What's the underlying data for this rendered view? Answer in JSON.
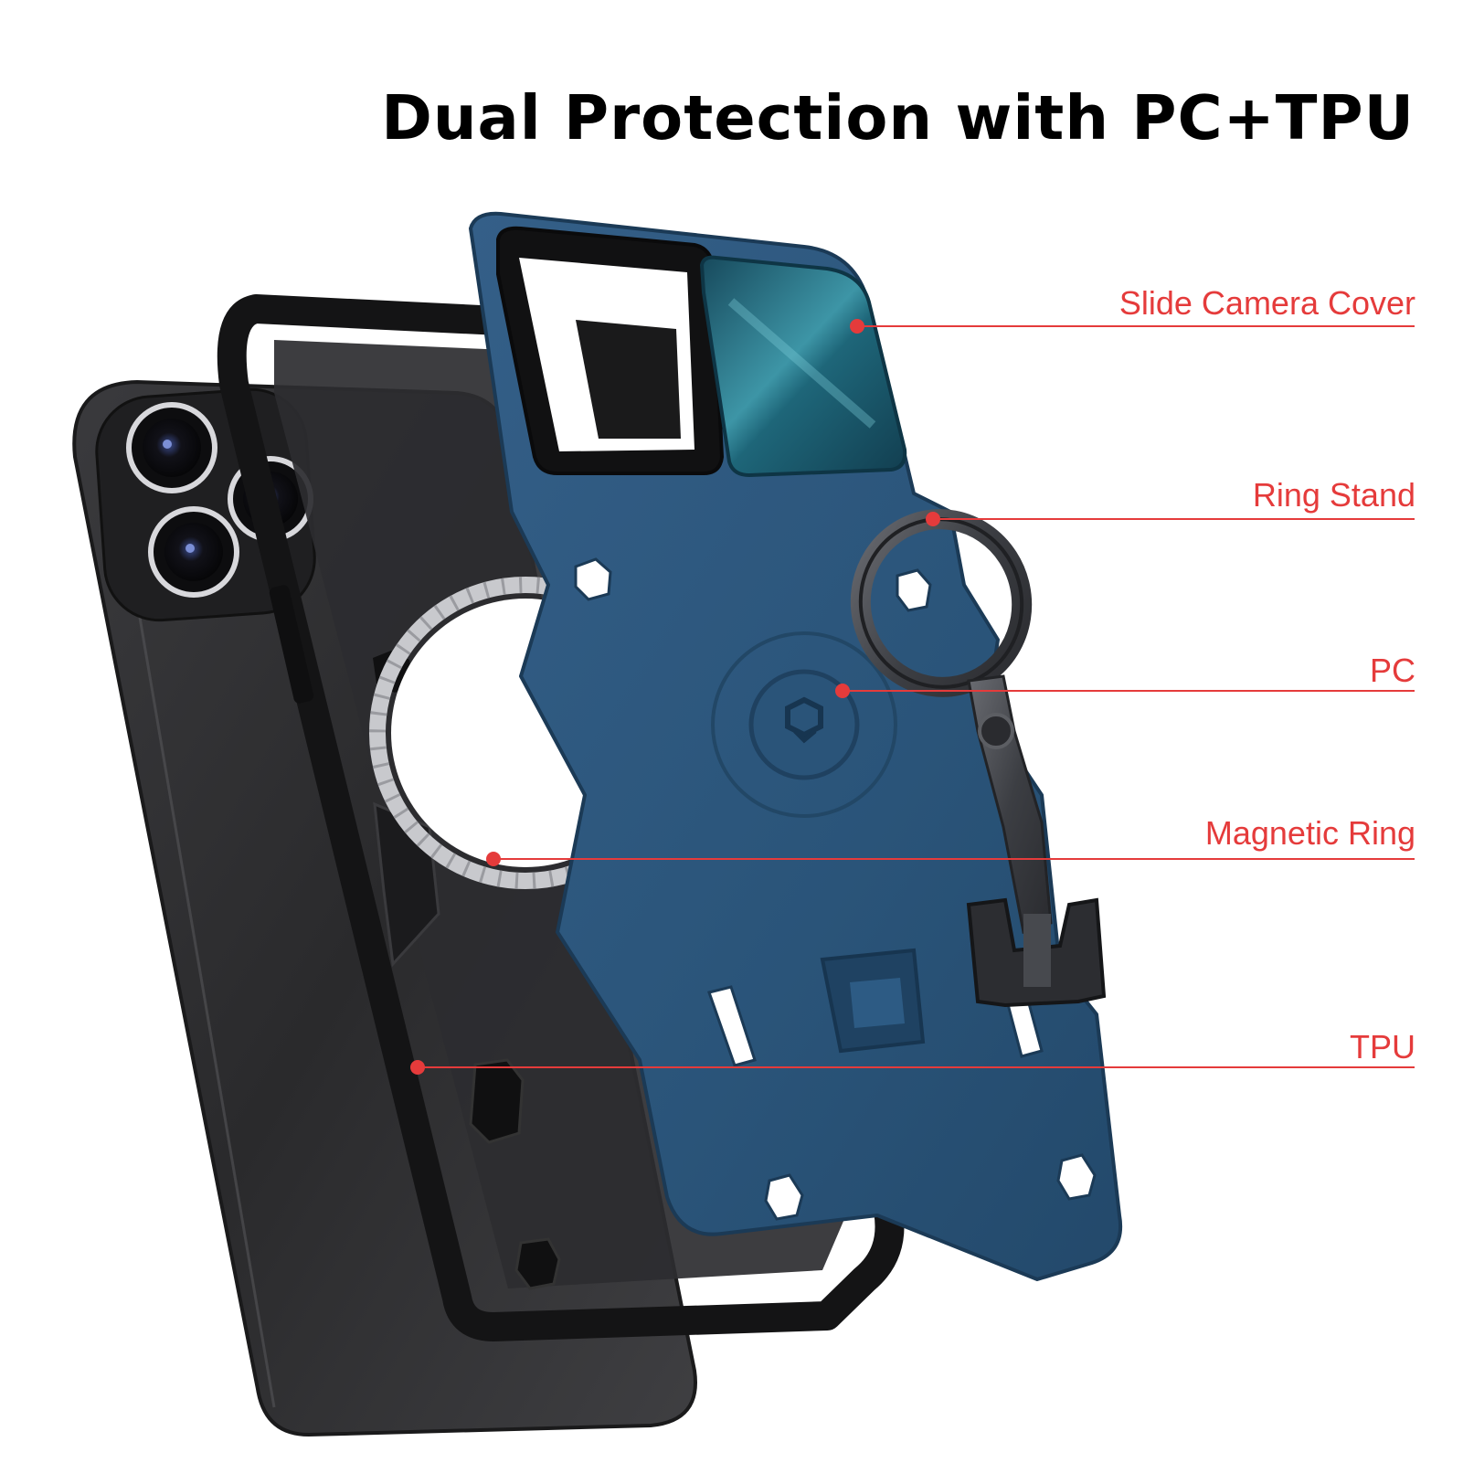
{
  "headline": "Dual Protection with PC+TPU",
  "colors": {
    "accent": "#e53b3b",
    "case_blue": "#2c577f",
    "camera_cover": "#1d5f74",
    "phone_black": "#2f2f31",
    "tpu_black": "#151516"
  },
  "callouts": [
    {
      "id": "slide-camera-cover",
      "label": "Slide Camera Cover"
    },
    {
      "id": "ring-stand",
      "label": "Ring Stand"
    },
    {
      "id": "pc",
      "label": "PC"
    },
    {
      "id": "magnetic-ring",
      "label": "Magnetic Ring"
    },
    {
      "id": "tpu",
      "label": "TPU"
    }
  ],
  "icons": [
    "camera-lens-icon",
    "brand-logo-icon",
    "magnetic-ring-icon",
    "ring-stand-icon"
  ]
}
